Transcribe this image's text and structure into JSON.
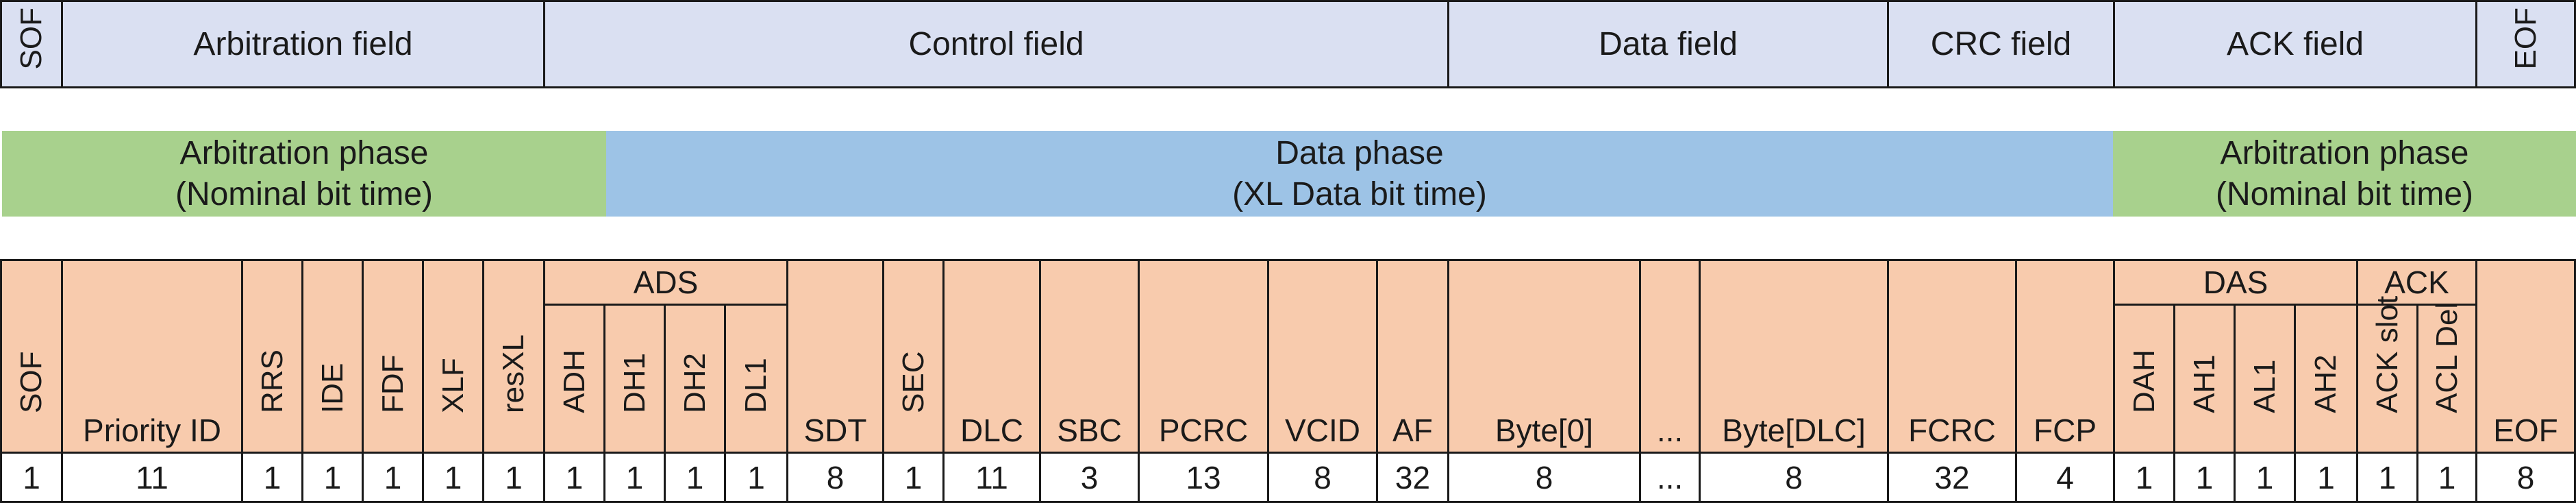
{
  "frame_fields": {
    "sof": "SOF",
    "arbitration": "Arbitration field",
    "control": "Control field",
    "data": "Data field",
    "crc": "CRC field",
    "ack": "ACK field",
    "eof": "EOF"
  },
  "phases": {
    "arb1_line1": "Arbitration phase",
    "arb1_line2": "(Nominal bit time)",
    "data_line1": "Data phase",
    "data_line2": "(XL Data bit time)",
    "arb2_line1": "Arbitration phase",
    "arb2_line2": "(Nominal bit time)"
  },
  "groups": {
    "ads": "ADS",
    "das": "DAS",
    "ack": "ACK"
  },
  "bits": {
    "sof": {
      "label": "SOF",
      "len": "1"
    },
    "priority_id": {
      "label": "Priority ID",
      "len": "11"
    },
    "rrs": {
      "label": "RRS",
      "len": "1"
    },
    "ide": {
      "label": "IDE",
      "len": "1"
    },
    "fdf": {
      "label": "FDF",
      "len": "1"
    },
    "xlf": {
      "label": "XLF",
      "len": "1"
    },
    "resxl": {
      "label": "resXL",
      "len": "1"
    },
    "adh": {
      "label": "ADH",
      "len": "1"
    },
    "dh1": {
      "label": "DH1",
      "len": "1"
    },
    "dh2": {
      "label": "DH2",
      "len": "1"
    },
    "dl1": {
      "label": "DL1",
      "len": "1"
    },
    "sdt": {
      "label": "SDT",
      "len": "8"
    },
    "sec": {
      "label": "SEC",
      "len": "1"
    },
    "dlc": {
      "label": "DLC",
      "len": "11"
    },
    "sbc": {
      "label": "SBC",
      "len": "3"
    },
    "pcrc": {
      "label": "PCRC",
      "len": "13"
    },
    "vcid": {
      "label": "VCID",
      "len": "8"
    },
    "af": {
      "label": "AF",
      "len": "32"
    },
    "byte0": {
      "label": "Byte[0]",
      "len": "8"
    },
    "ellipsis": {
      "label": "...",
      "len": "..."
    },
    "bytedlc": {
      "label": "Byte[DLC]",
      "len": "8"
    },
    "fcrc": {
      "label": "FCRC",
      "len": "32"
    },
    "fcp": {
      "label": "FCP",
      "len": "4"
    },
    "dah": {
      "label": "DAH",
      "len": "1"
    },
    "ah1": {
      "label": "AH1",
      "len": "1"
    },
    "al1": {
      "label": "AL1",
      "len": "1"
    },
    "ah2": {
      "label": "AH2",
      "len": "1"
    },
    "ack_slot": {
      "label": "ACK slot",
      "len": "1"
    },
    "acl_del": {
      "label": "ACL Del",
      "len": "1"
    },
    "eof": {
      "label": "EOF",
      "len": "8"
    }
  }
}
